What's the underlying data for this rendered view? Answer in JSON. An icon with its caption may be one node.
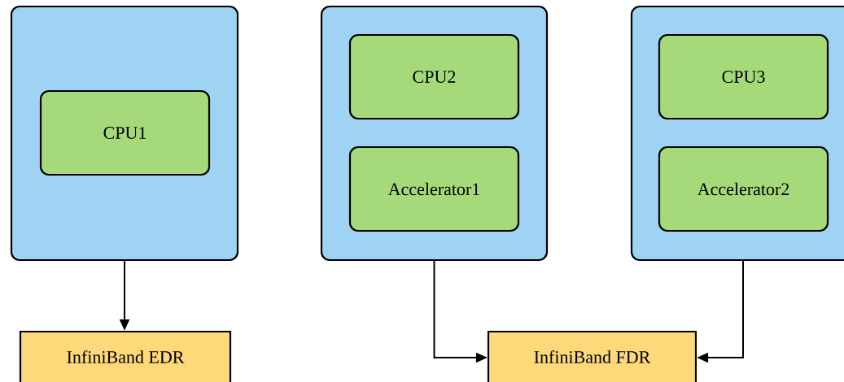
{
  "diagram": {
    "nodes": [
      {
        "text": [],
        "shape": "box"
      },
      {
        "text": [
          "CPU1"
        ],
        "in": 0
      },
      {
        "text": [],
        "shape": "box"
      },
      {
        "text": [
          "CPU2"
        ],
        "in": 2
      },
      {
        "text": [
          "Accelerator1"
        ],
        "in": 2
      },
      {
        "text": [],
        "shape": "box"
      },
      {
        "text": [
          "CPU3"
        ],
        "in": 5
      },
      {
        "text": [
          "Accelerator2"
        ],
        "in": 5
      },
      {
        "text": [
          "InfiniBand EDR"
        ]
      },
      {
        "text": [
          "InfiniBand FDR"
        ]
      }
    ],
    "edges": [
      {
        "from": 0,
        "to": 8,
        "arrow": "to"
      },
      {
        "from": 2,
        "to": 9,
        "arrow": "to"
      },
      {
        "from": 5,
        "to": 9,
        "arrow": "to"
      }
    ]
  }
}
